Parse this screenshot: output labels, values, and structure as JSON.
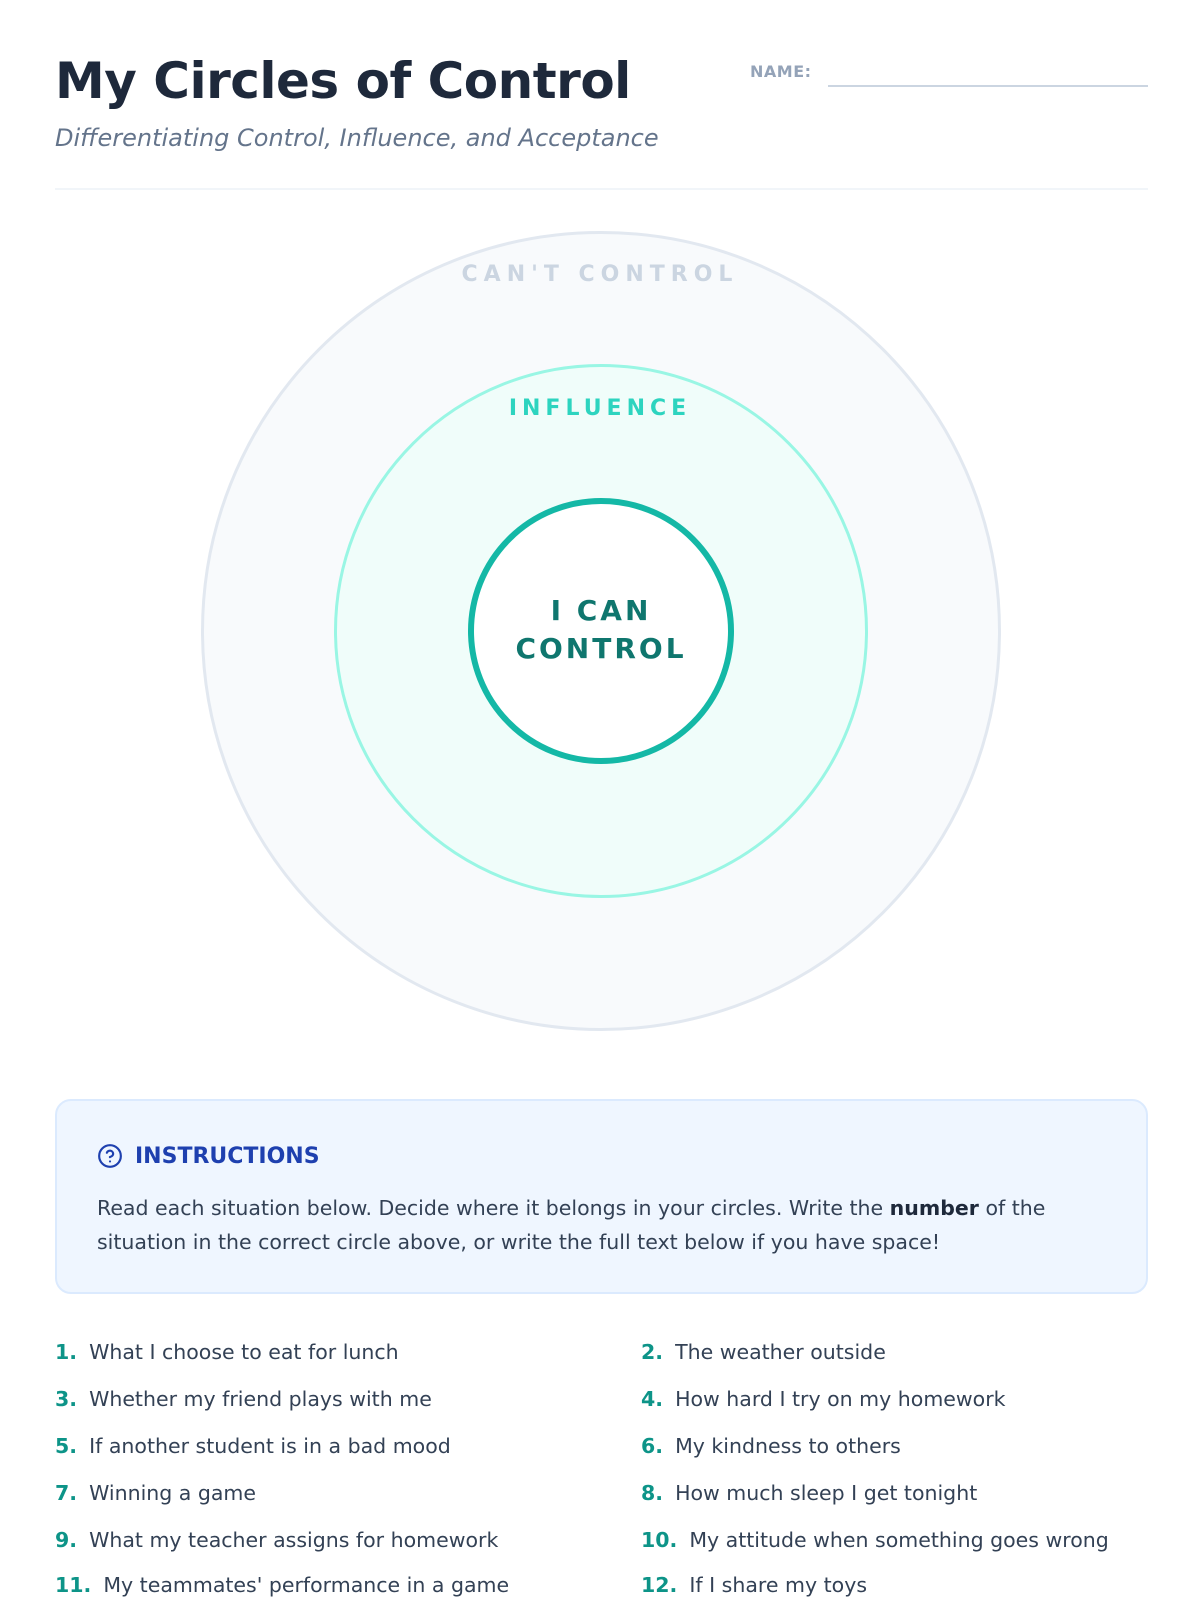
{
  "header": {
    "title": "My Circles of Control",
    "subtitle": "Differentiating Control, Influence, and Acceptance",
    "name_label": "NAME:"
  },
  "circles": {
    "outer_label": "CAN'T CONTROL",
    "middle_label": "INFLUENCE",
    "inner_label": "I CAN CONTROL"
  },
  "instructions": {
    "icon": "help-circle-icon",
    "title": "INSTRUCTIONS",
    "text_before": "Read each situation below. Decide where it belongs in your circles. Write the ",
    "text_bold": "number",
    "text_after": " of the situation in the correct circle above, or write the full text below if you have space!"
  },
  "situations": [
    {
      "num": "1.",
      "text": "What I choose to eat for lunch"
    },
    {
      "num": "2.",
      "text": "The weather outside"
    },
    {
      "num": "3.",
      "text": "Whether my friend plays with me"
    },
    {
      "num": "4.",
      "text": "How hard I try on my homework"
    },
    {
      "num": "5.",
      "text": "If another student is in a bad mood"
    },
    {
      "num": "6.",
      "text": "My kindness to others"
    },
    {
      "num": "7.",
      "text": "Winning a game"
    },
    {
      "num": "8.",
      "text": "How much sleep I get tonight"
    },
    {
      "num": "9.",
      "text": "What my teacher assigns for homework"
    },
    {
      "num": "10.",
      "text": "My attitude when something goes wrong"
    },
    {
      "num": "11.",
      "text": "My teammates' performance in a game"
    },
    {
      "num": "12.",
      "text": "If I share my toys"
    }
  ],
  "colors": {
    "accent": "#14b8a6",
    "accent_dark": "#0f766e",
    "influence": "#99f6e4",
    "instructions_title": "#1e40af"
  }
}
